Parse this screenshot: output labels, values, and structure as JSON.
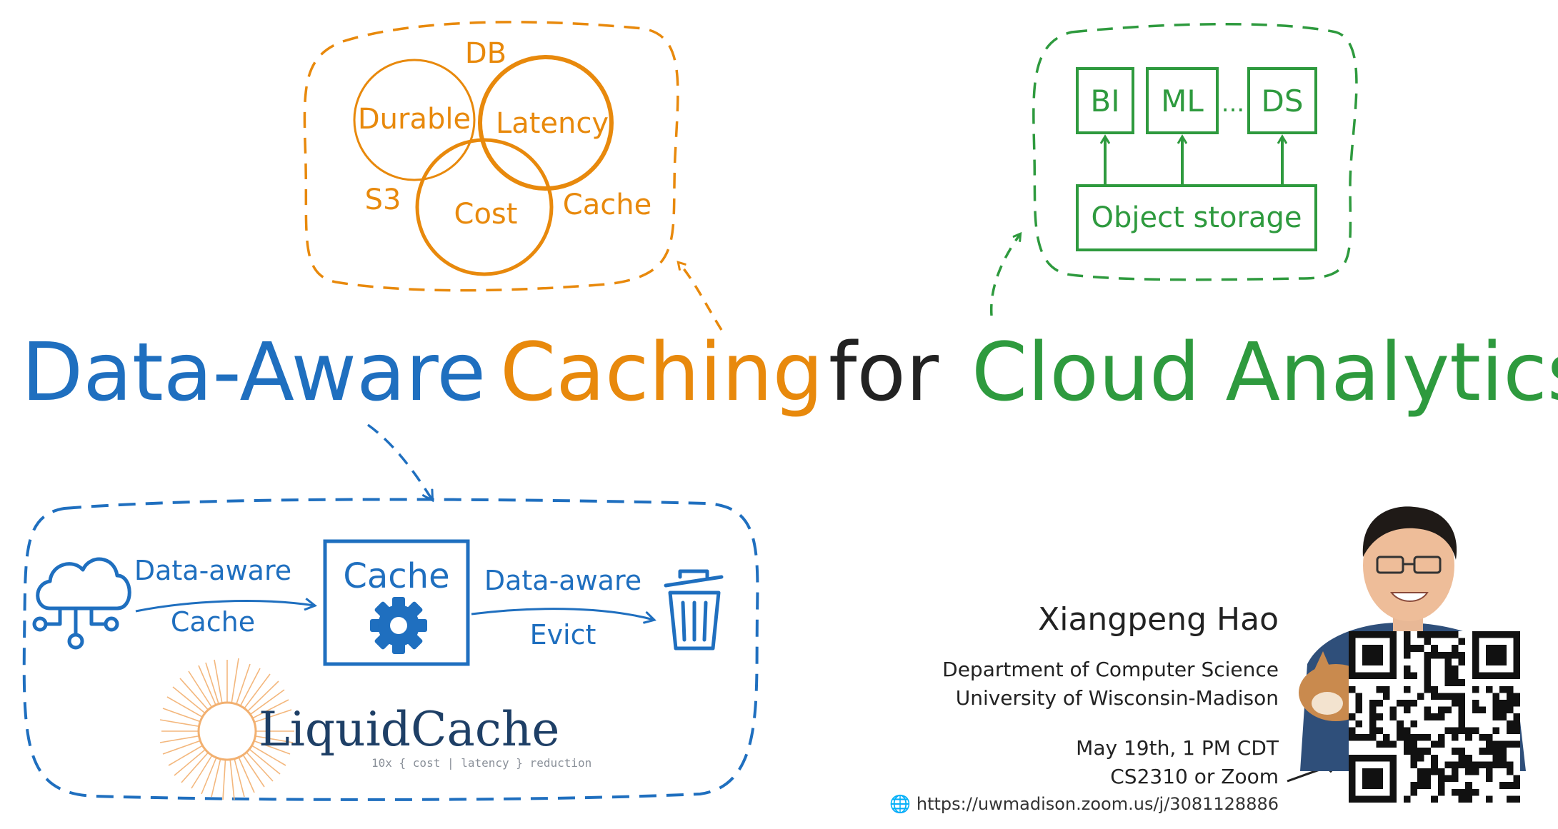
{
  "title": {
    "part1": "Data-Aware",
    "part2": "Caching",
    "part3": "for",
    "part4": "Cloud Analytics"
  },
  "venn": {
    "db_label": "DB",
    "durable": "Durable",
    "latency": "Latency",
    "cost": "Cost",
    "s3_label": "S3",
    "cache_label": "Cache"
  },
  "analytics": {
    "apps": [
      "BI",
      "ML",
      "DS"
    ],
    "ellipsis": "...",
    "storage": "Object storage"
  },
  "cache_flow": {
    "in_top": "Data-aware",
    "in_bottom": "Cache",
    "box_label": "Cache",
    "out_top": "Data-aware",
    "out_bottom": "Evict"
  },
  "logo": {
    "name": "LiquidCache",
    "tagline": "10x { cost | latency } reduction"
  },
  "speaker": {
    "name": "Xiangpeng Hao",
    "dept": "Department of Computer Science",
    "univ": "University of Wisconsin-Madison",
    "date": "May 19th,  1 PM CDT",
    "location": "CS2310 or Zoom",
    "url": "https://uwmadison.zoom.us/j/3081128886"
  },
  "colors": {
    "blue": "#1F6FBF",
    "orange": "#E8890C",
    "green": "#2E9A3E",
    "dark": "#222222"
  },
  "icons": [
    "cloud-network-icon",
    "gear-icon",
    "trash-can-icon",
    "globe-icon",
    "qr-code-icon"
  ]
}
